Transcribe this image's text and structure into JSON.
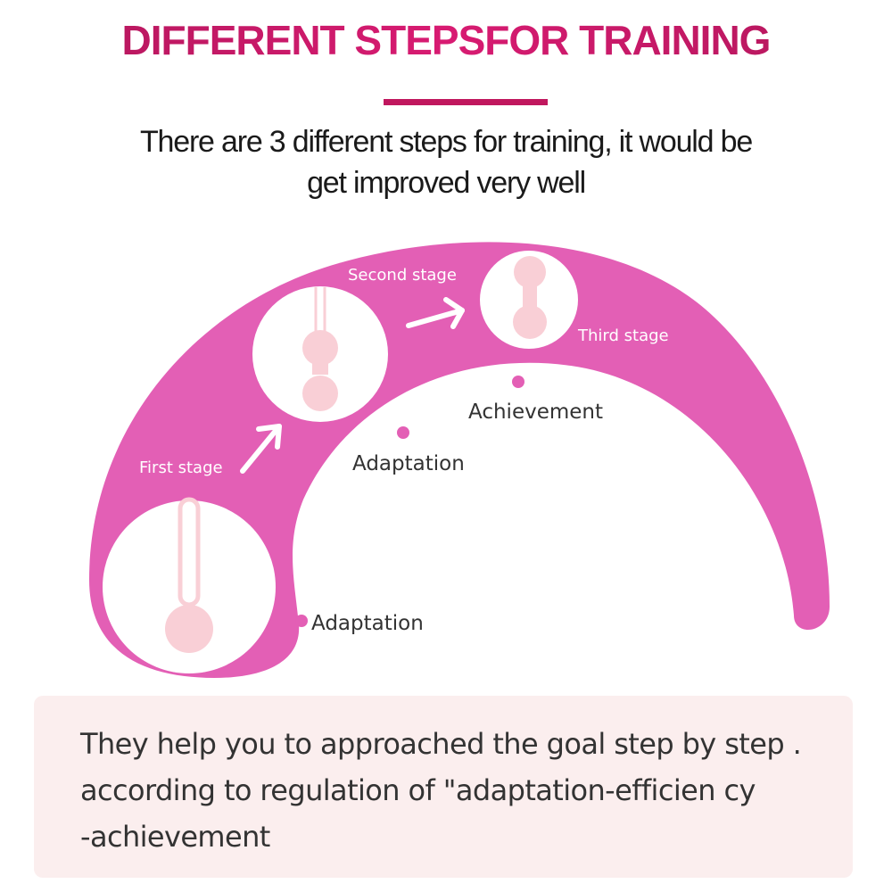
{
  "header": {
    "title": "DIFFERENT STEPSFOR TRAINING",
    "subtitle_line1": "There are 3 different steps for training, it would be",
    "subtitle_line2": "get improved very well"
  },
  "diagram": {
    "stages": [
      {
        "label": "First stage"
      },
      {
        "label": "Second stage"
      },
      {
        "label": "Third stage"
      }
    ],
    "milestones": [
      {
        "label": "Adaptation"
      },
      {
        "label": "Adaptation"
      },
      {
        "label": "Achievement"
      }
    ]
  },
  "footer": {
    "text": "They help you to approached the goal step by step .\naccording to regulation of \"adaptation-efficien cy\n-achievement"
  },
  "colors": {
    "arc": "#e35fb5",
    "title": "#c2185b",
    "ball": "#f9cfd6",
    "panel": "#fbeeee"
  }
}
